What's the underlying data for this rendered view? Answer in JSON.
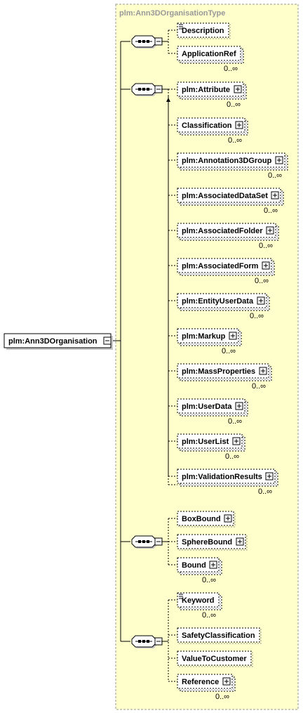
{
  "complex_type": {
    "name": "plm:Ann3DOrganisationType"
  },
  "root": {
    "name": "plm:Ann3DOrganisation",
    "expander": "minus"
  },
  "groups": [
    {
      "kind": "sequence",
      "children": [
        {
          "name": "Description",
          "has_doc": true,
          "expandable": false,
          "multiple": false
        },
        {
          "name": "ApplicationRef",
          "expandable": false,
          "multiple": true,
          "occurrence": "0..∞"
        }
      ]
    },
    {
      "kind": "sequence",
      "children": [
        {
          "name": "plm:Attribute",
          "expandable": true,
          "multiple": true,
          "occurrence": "0..∞",
          "substitution_head": true
        },
        {
          "name": "Classification",
          "expandable": true,
          "multiple": true,
          "occurrence": "0..∞"
        },
        {
          "name": "plm:Annotation3DGroup",
          "expandable": true,
          "multiple": true,
          "occurrence": "0..∞"
        },
        {
          "name": "plm:AssociatedDataSet",
          "expandable": true,
          "multiple": true,
          "occurrence": "0..∞"
        },
        {
          "name": "plm:AssociatedFolder",
          "expandable": true,
          "multiple": true,
          "occurrence": "0..∞"
        },
        {
          "name": "plm:AssociatedForm",
          "expandable": true,
          "multiple": true,
          "occurrence": "0..∞"
        },
        {
          "name": "plm:EntityUserData",
          "expandable": true,
          "multiple": true,
          "occurrence": "0..∞"
        },
        {
          "name": "plm:Markup",
          "expandable": true,
          "multiple": true,
          "occurrence": "0..∞"
        },
        {
          "name": "plm:MassProperties",
          "expandable": true,
          "multiple": true,
          "occurrence": "0..∞"
        },
        {
          "name": "plm:UserData",
          "expandable": true,
          "multiple": true,
          "occurrence": "0..∞"
        },
        {
          "name": "plm:UserList",
          "expandable": true,
          "multiple": true,
          "occurrence": "0..∞"
        },
        {
          "name": "plm:ValidationResults",
          "expandable": true,
          "multiple": true,
          "occurrence": "0..∞"
        }
      ]
    },
    {
      "kind": "sequence",
      "children": [
        {
          "name": "BoxBound",
          "expandable": true,
          "multiple": false
        },
        {
          "name": "SphereBound",
          "expandable": true,
          "multiple": false
        },
        {
          "name": "Bound",
          "expandable": true,
          "multiple": true,
          "occurrence": "0..∞"
        }
      ]
    },
    {
      "kind": "sequence",
      "children": [
        {
          "name": "Keyword",
          "has_doc": true,
          "expandable": false,
          "multiple": true,
          "occurrence": "0..∞"
        },
        {
          "name": "SafetyClassification",
          "expandable": false,
          "multiple": false
        },
        {
          "name": "ValueToCustomer",
          "expandable": false,
          "multiple": false
        },
        {
          "name": "Reference",
          "expandable": true,
          "multiple": true,
          "occurrence": "0..∞"
        }
      ]
    }
  ],
  "colors": {
    "type_panel": "#ffffcc",
    "type_panel_border": "#999999",
    "type_label": "#999999"
  }
}
